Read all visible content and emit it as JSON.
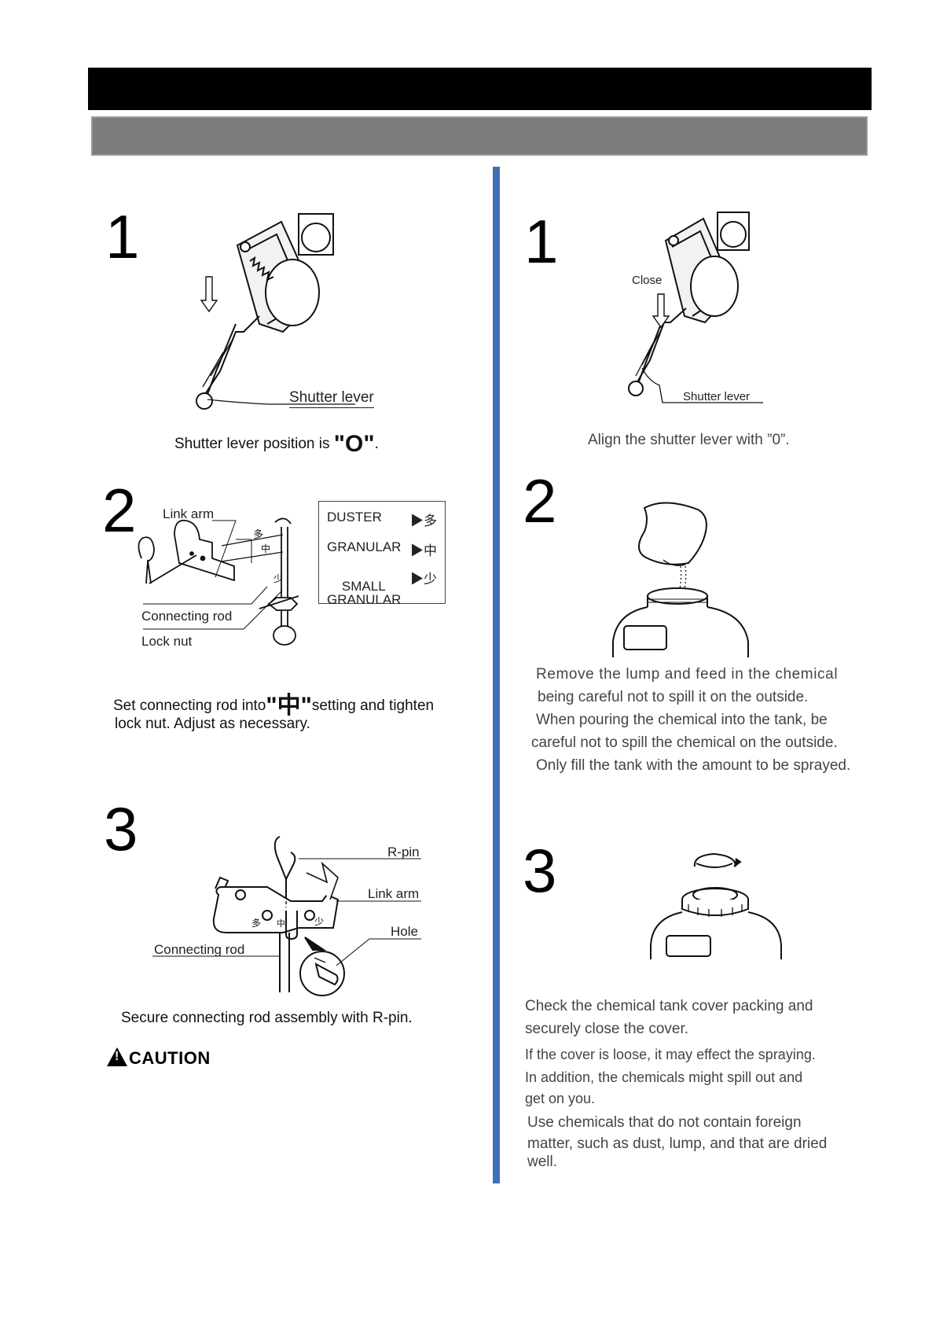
{
  "header": {
    "title": "",
    "subtitle": ""
  },
  "left": {
    "step1": {
      "num": "1",
      "shutter_lever_label": "Shutter lever",
      "caption_pre": "Shutter lever position is ",
      "caption_value": "\"O\"",
      "caption_post": "."
    },
    "step2": {
      "num": "2",
      "link_arm_label": "Link arm",
      "connecting_rod_label": "Connecting rod",
      "lock_nut_label": "Lock nut",
      "legend": [
        {
          "name": "DUSTER",
          "value": "▶多"
        },
        {
          "name": "GRANULAR",
          "value": "▶中"
        },
        {
          "name": "SMALL\nGRANULAR",
          "value": "▶少"
        }
      ],
      "caption_line1_pre": "Set connecting rod into",
      "caption_line1_value": "\"中\"",
      "caption_line1_post": "setting and tighten",
      "caption_line2": "lock nut.  Adjust as necessary."
    },
    "step3": {
      "num": "3",
      "r_pin_label": "R-pin",
      "link_arm_label": "Link arm",
      "hole_label": "Hole",
      "connecting_rod_label": "Connecting rod",
      "caption": "Secure connecting rod assembly with R-pin."
    },
    "caution": "CAUTION"
  },
  "right": {
    "step1": {
      "num": "1",
      "close_label": "Close",
      "shutter_lever_label": "Shutter lever",
      "caption": "Align the shutter lever with ”0”."
    },
    "step2": {
      "num": "2",
      "lines": [
        "Remove the lump and feed in the chemical",
        "being careful not to spill it on the outside.",
        "When pouring the chemical into the tank, be",
        "careful not to spill the chemical on the outside.",
        "Only fill the tank with the amount to be sprayed."
      ]
    },
    "step3": {
      "num": "3",
      "lines": [
        "Check the chemical tank cover packing and",
        "securely close the cover.",
        "If the cover is loose, it may effect the spraying.",
        "In addition, the chemicals might spill out and",
        "get on you.",
        "Use chemicals that do not contain foreign",
        "matter, such as dust, lump, and that are dried",
        "well."
      ]
    }
  }
}
